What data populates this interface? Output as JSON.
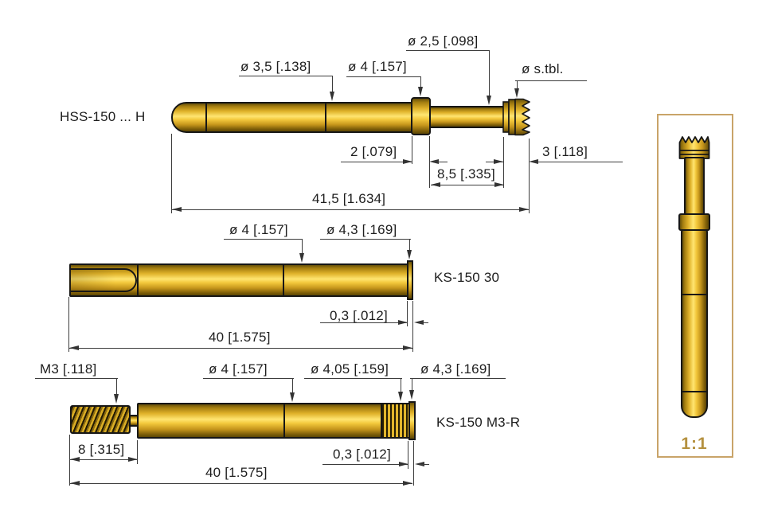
{
  "hss": {
    "label": "HSS-150 ... H",
    "dia_35": "ø 3,5 [.138]",
    "dia_4": "ø 4 [.157]",
    "dia_25": "ø 2,5 [.098]",
    "dia_stbl": "ø s.tbl.",
    "len_2": "2 [.079]",
    "len_85": "8,5 [.335]",
    "len_3": "3 [.118]",
    "len_total": "41,5 [1.634]"
  },
  "ks30": {
    "label": "KS-150 30",
    "dia_4": "ø 4 [.157]",
    "dia_43": "ø 4,3 [.169]",
    "len_03": "0,3 [.012]",
    "len_total": "40 [1.575]"
  },
  "ksm3r": {
    "label": "KS-150 M3-R",
    "thread": "M3 [.118]",
    "dia_4": "ø 4 [.157]",
    "dia_405": "ø 4,05 [.159]",
    "dia_43": "ø 4,3 [.169]",
    "len_8": "8 [.315]",
    "len_03": "0,3 [.012]",
    "len_total": "40 [1.575]"
  },
  "scale": {
    "label": "1:1"
  },
  "colors": {
    "gold_highlight": "#ffe571",
    "gold_mid": "#e8bc2e",
    "gold_shadow": "#6b5106",
    "outline": "#161616",
    "dimension_line": "#3c3c3c",
    "scale_box_border": "#c9a469",
    "scale_text": "#b5913f",
    "background": "#ffffff"
  }
}
